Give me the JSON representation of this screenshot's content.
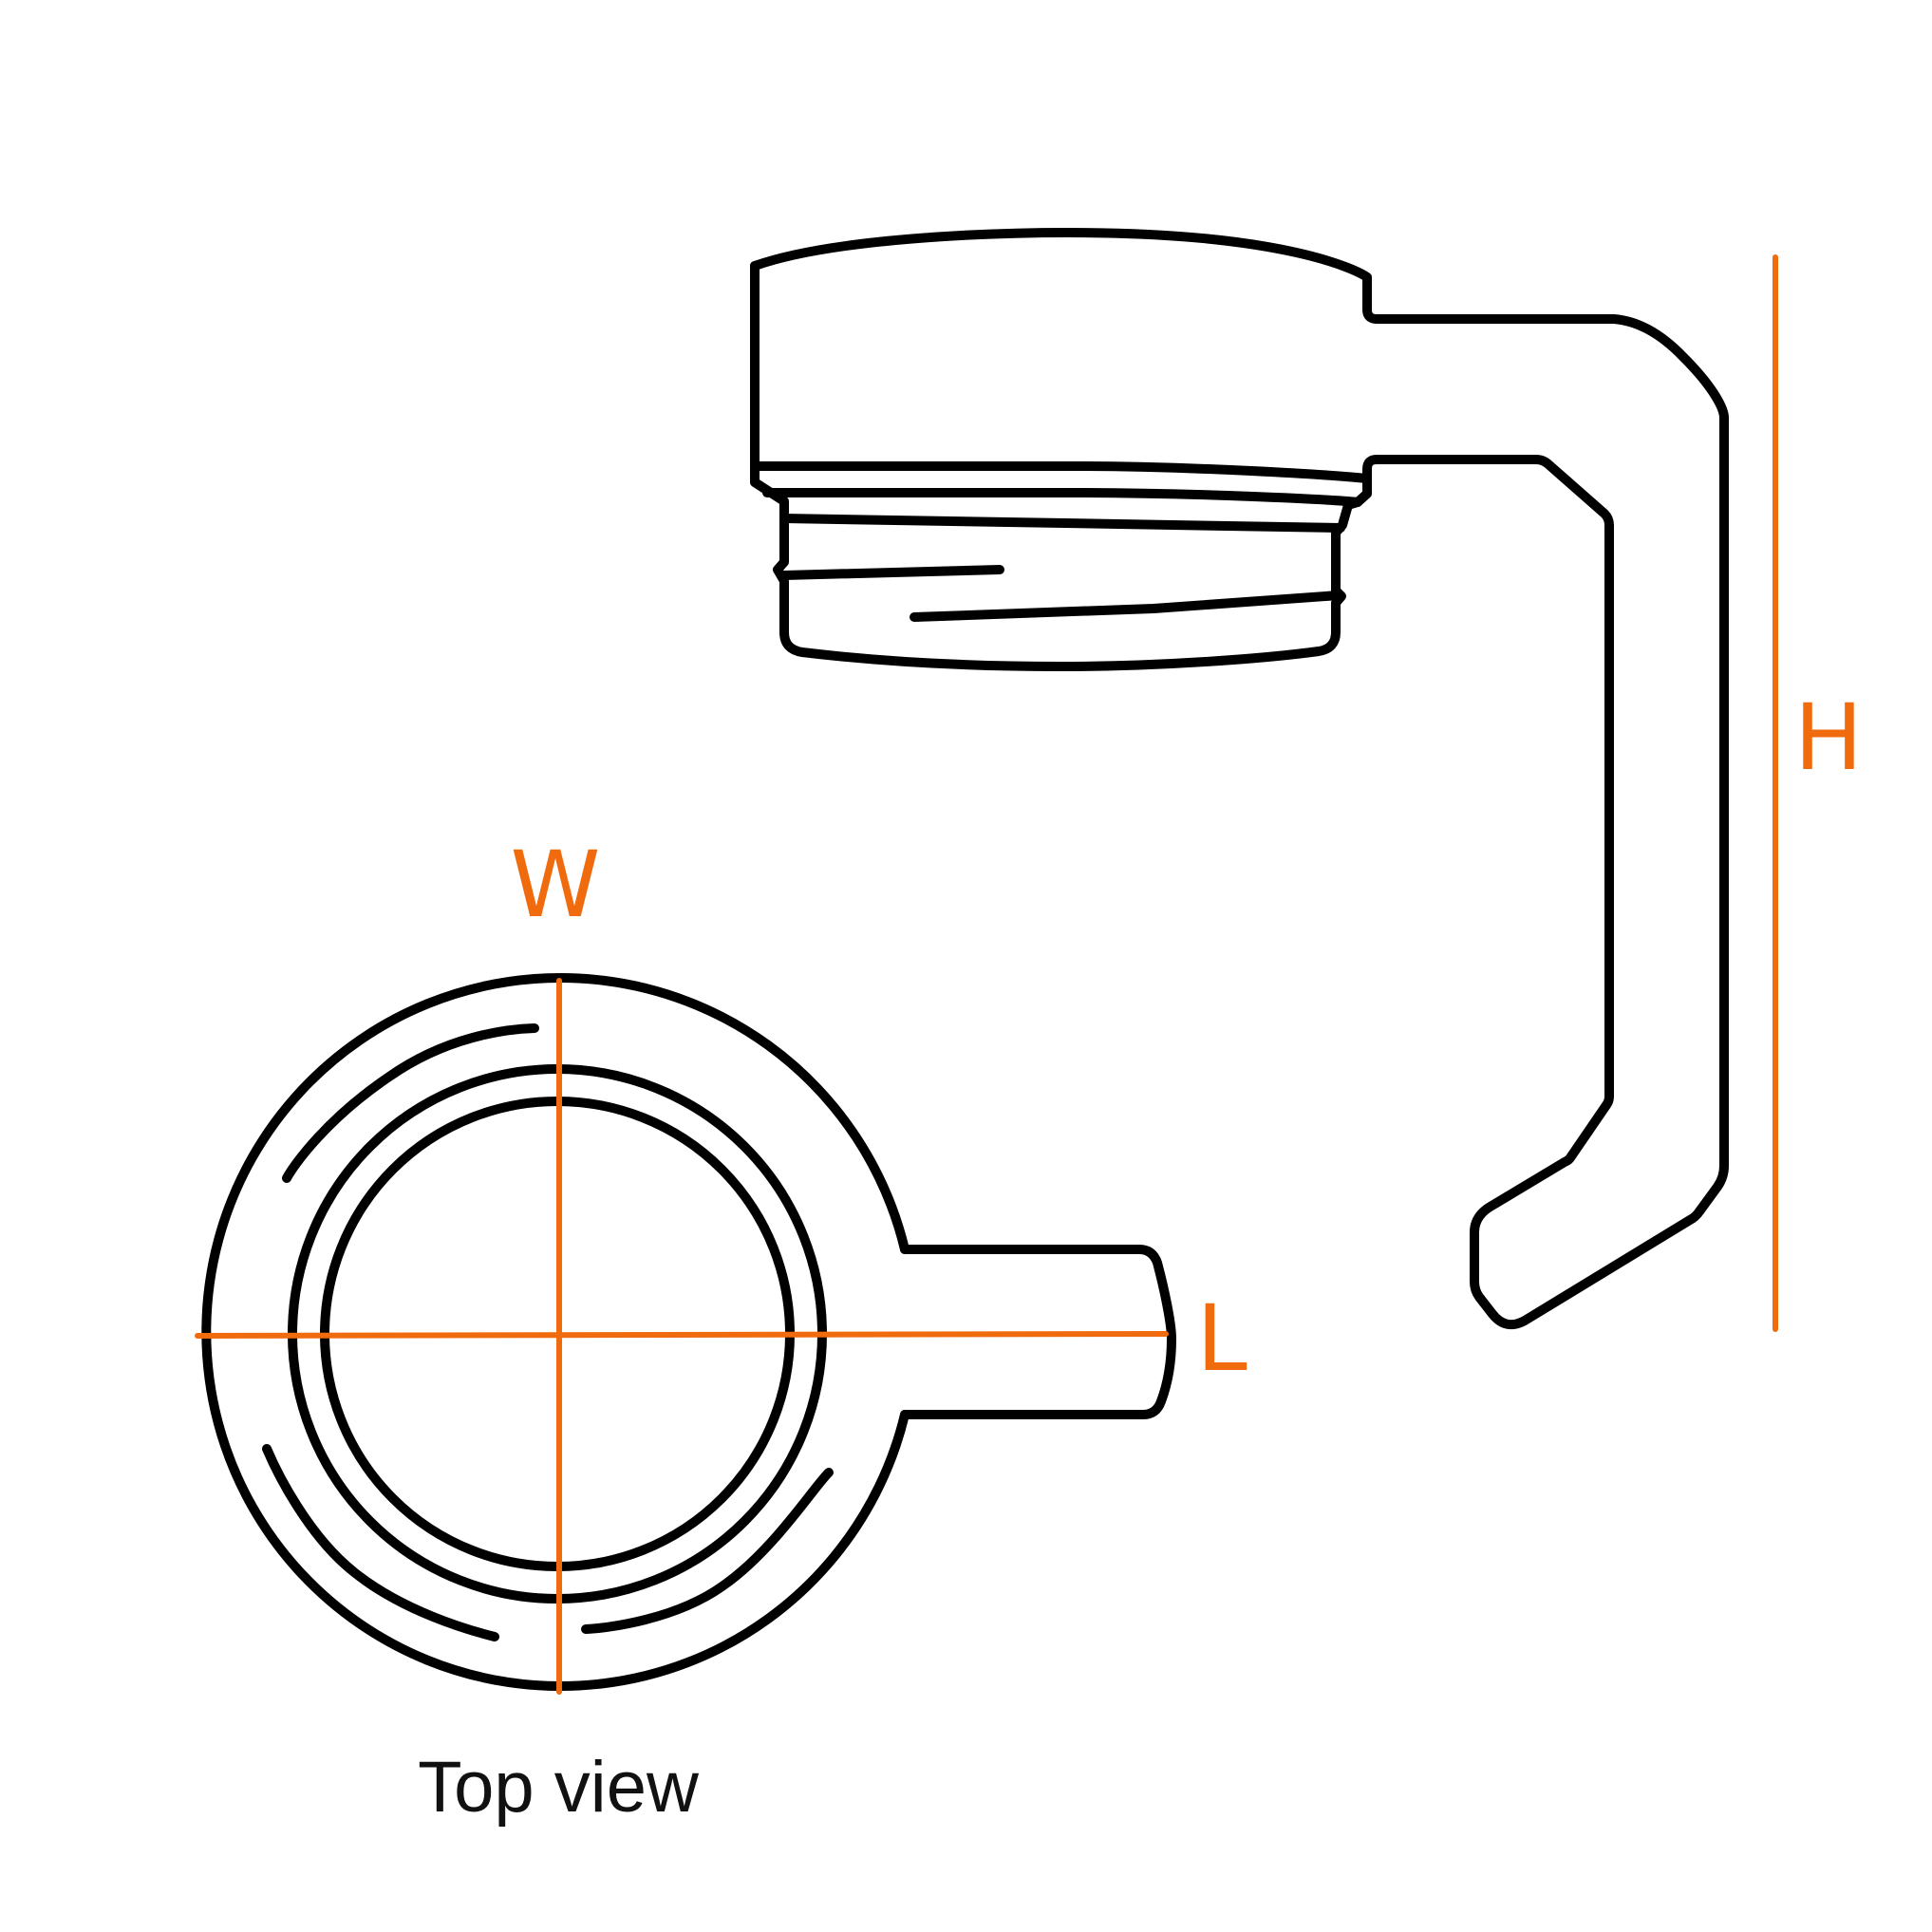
{
  "colors": {
    "outline": "#000000",
    "dimension": "#f06a0e",
    "background": "#ffffff"
  },
  "labels": {
    "height": "H",
    "width": "W",
    "length": "L",
    "top_view": "Top view"
  }
}
